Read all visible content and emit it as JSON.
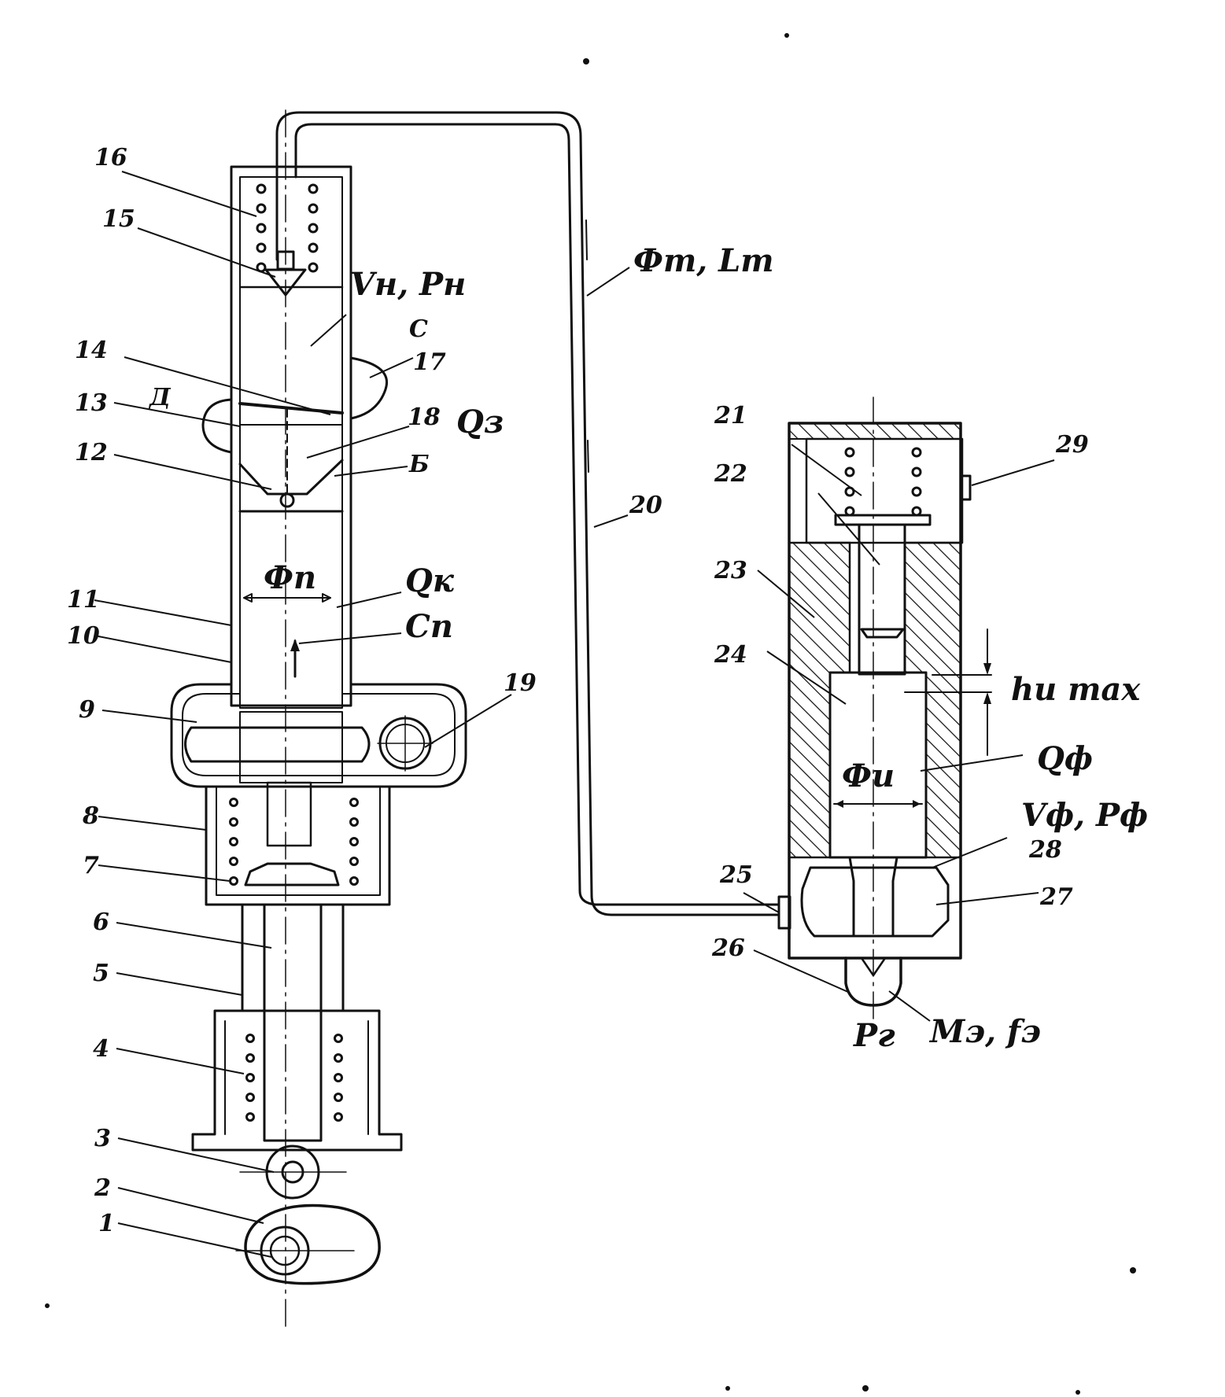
{
  "colors": {
    "ink": "#111111",
    "paper": "#ffffff"
  },
  "labels": {
    "n1": "1",
    "n2": "2",
    "n3": "3",
    "n4": "4",
    "n5": "5",
    "n6": "6",
    "n7": "7",
    "n8": "8",
    "n9": "9",
    "n10": "10",
    "n11": "11",
    "n12": "12",
    "n13": "13",
    "n14": "14",
    "n15": "15",
    "n16": "16",
    "n17": "17",
    "n18": "18",
    "n19": "19",
    "n20": "20",
    "n21": "21",
    "n22": "22",
    "n23": "23",
    "n24": "24",
    "n25": "25",
    "n26": "26",
    "n27": "27",
    "n28": "28",
    "n29": "29",
    "vn_pn": "Vн, Рн",
    "fi_t_l_t": "Фт, Lт",
    "c_letter": "С",
    "d_letter": "Д",
    "b_letter": "Б",
    "q_z": "Qз",
    "fi_p": "Фп",
    "q_k": "Qк",
    "c_p": "Сп",
    "h_u_max": "hи max",
    "q_f": "Qф",
    "fi_u": "Фи",
    "vf_pf": "Vф, Рф",
    "p_g": "Рг",
    "mu_f": "Мэ, fэ"
  }
}
